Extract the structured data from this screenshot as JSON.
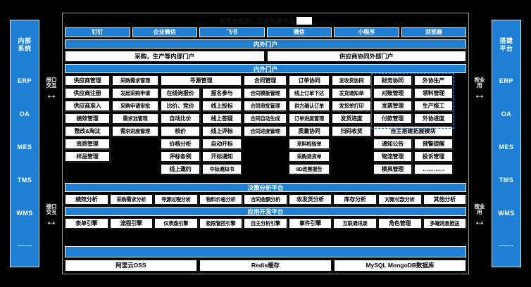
{
  "title": "多平台使用，且支持跨平台",
  "rails": {
    "left": {
      "name": "内部系统",
      "items": [
        "内部\n系统",
        "ERP",
        "OA",
        "MES",
        "TMS",
        "WMS",
        "------"
      ]
    },
    "right": {
      "name": "搭建平台",
      "items": [
        "搭建\n平台",
        "ERP",
        "OA",
        "MES",
        "TMS",
        "WMS",
        "------"
      ]
    }
  },
  "interactions": [
    {
      "label": "接口\n交互",
      "arrow": "↔"
    },
    {
      "label": "接口\n交互",
      "arrow": "↔"
    },
    {
      "label": "按业\n用",
      "arrow": "↔"
    },
    {
      "label": "按业\n用",
      "arrow": "↔"
    }
  ],
  "tabs": [
    "钉钉",
    "企业微信",
    "飞书",
    "微信",
    "小程序",
    "浏览器"
  ],
  "portal_bar_1": "内外门户",
  "portals": [
    "采购，生产等内部门户",
    "供应商协同外部门户"
  ],
  "portal_bar_2": "内外门户",
  "grid": {
    "col1": [
      "供应商管理",
      "供应商注册",
      "供应商准入",
      "绩效管理",
      "整改&淘汰",
      "资质管理",
      "样品管理"
    ],
    "col2": [
      "采购需求管理",
      "发起采购申请",
      "采购申请审批",
      "需求池管理",
      "需求进度管理"
    ],
    "sourcing_head": "寻源管理",
    "col3": [
      "在线询报价",
      "比价、竞价",
      "自动比价",
      "核价",
      "价格分析",
      "评标条例",
      "线上邀约"
    ],
    "col4": [
      "报名参与",
      "线上投标",
      "线上答疑",
      "线上评标",
      "自动开标",
      "开标通知",
      "中标通知书"
    ],
    "col5": [
      "合同管理",
      "合同模板管理",
      "合同审批管理",
      "合同自动生成",
      "合同进度管理"
    ],
    "col6": [
      "订单协同",
      "线上订单下达",
      "供方确认订单",
      "订单进度管理",
      "质量协同",
      "来料检验单",
      "采购退货单",
      "8D改善报告"
    ],
    "col7": [
      "发收货协同",
      "发货通知单",
      "发货单打印",
      "发货进度",
      "扫码收货"
    ],
    "col8": [
      "财务协同",
      "对账管理",
      "发票管理",
      "付款管理"
    ],
    "col9": [
      "外协生产",
      "领料管理",
      "生产报工",
      "外协进度"
    ],
    "extend_head": "自主搭建拓展模块",
    "extend_left": [
      "通知公告",
      "物流管理",
      "模具管理"
    ],
    "extend_right": [
      "预警提醒",
      "投诉管理",
      "…………"
    ]
  },
  "decision": {
    "header": "决策分析平台",
    "items": [
      "绩效分析",
      "采购需求分析",
      "寻源过程分析",
      "物料价格分析",
      "合同金额分析",
      "收发货分析",
      "库存分析",
      "对账付款分析",
      "其他分析"
    ]
  },
  "appdev": {
    "header": "应用开发平台",
    "items": [
      "表单引擎",
      "流程引擎",
      "仪表盘引擎",
      "极限管控引擎",
      "自主分析引擎",
      "事件引擎",
      "互联通讯录",
      "角色管理",
      "多端消息推送"
    ]
  },
  "infra_bar": "",
  "infra": [
    "阿里云OSS",
    "Redis缓存",
    "MySQL MongoDB数据库"
  ],
  "colors": {
    "accent": "#1f7fd4",
    "selection": "#2a6fd6",
    "cell": "#fbfbfb"
  }
}
